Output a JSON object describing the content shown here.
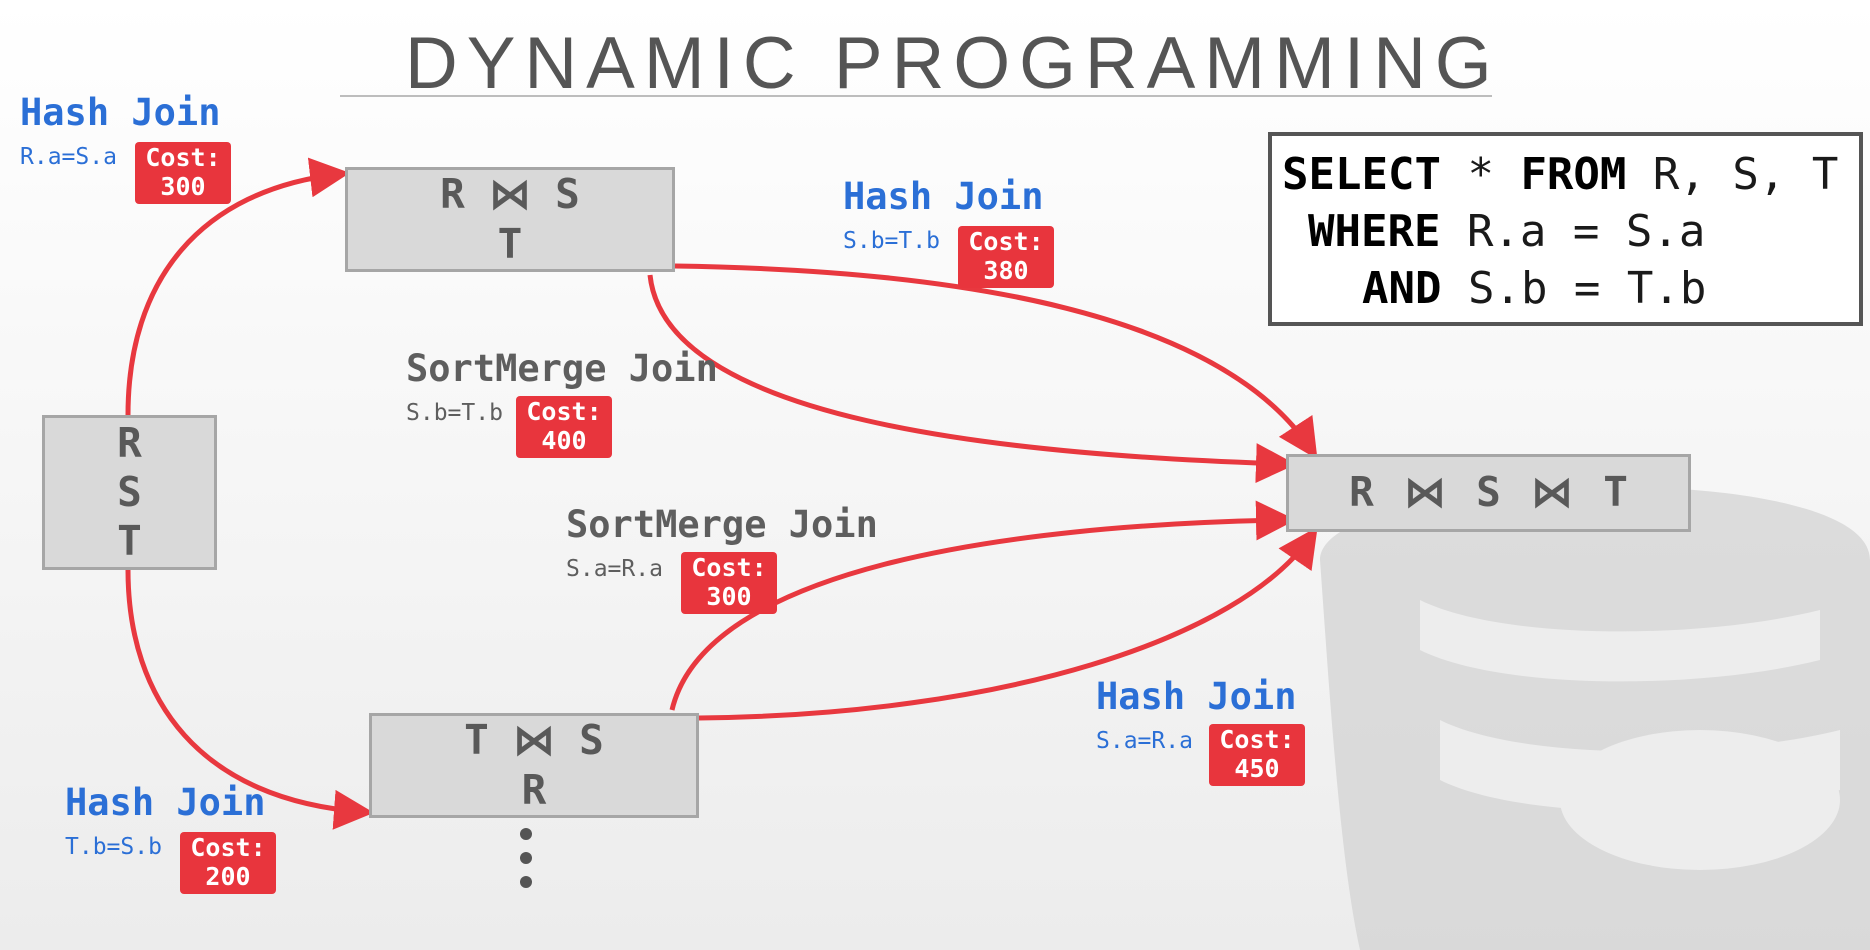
{
  "title": "DYNAMIC PROGRAMMING",
  "colors": {
    "hash_join": "#2b6fd6",
    "sortmerge_join": "#5e5e5e",
    "cost_badge": "#e8353d",
    "arrow": "#e8383f"
  },
  "nodes": {
    "left": [
      "R",
      "S",
      "T"
    ],
    "top": [
      "R ⋈ S",
      "T"
    ],
    "bottom": [
      "T ⋈ S",
      "R"
    ],
    "result": "R ⋈ S ⋈ T"
  },
  "edges": {
    "hash_rs": {
      "type": "Hash Join",
      "cond": "R.a=S.a",
      "cost_label": "Cost:",
      "cost": "300"
    },
    "hash_ts": {
      "type": "Hash Join",
      "cond": "T.b=S.b",
      "cost_label": "Cost:",
      "cost": "200"
    },
    "hash_top": {
      "type": "Hash Join",
      "cond": "S.b=T.b",
      "cost_label": "Cost:",
      "cost": "380"
    },
    "sm_top": {
      "type": "SortMerge Join",
      "cond": "S.b=T.b",
      "cost_label": "Cost:",
      "cost": "400"
    },
    "sm_bottom": {
      "type": "SortMerge Join",
      "cond": "S.a=R.a",
      "cost_label": "Cost:",
      "cost": "300"
    },
    "hash_bottom": {
      "type": "Hash Join",
      "cond": "S.a=R.a",
      "cost_label": "Cost:",
      "cost": "450"
    }
  },
  "sql": {
    "line1": {
      "kw1": "SELECT",
      "mid": " * ",
      "kw2": "FROM",
      "rest": " R, S, T"
    },
    "line2": {
      "kw": "WHERE",
      "rest": " R.a = S.a"
    },
    "line3": {
      "kw": "AND",
      "rest": " S.b = T.b"
    }
  },
  "ellipsis_icon": "vertical-ellipsis-icon"
}
